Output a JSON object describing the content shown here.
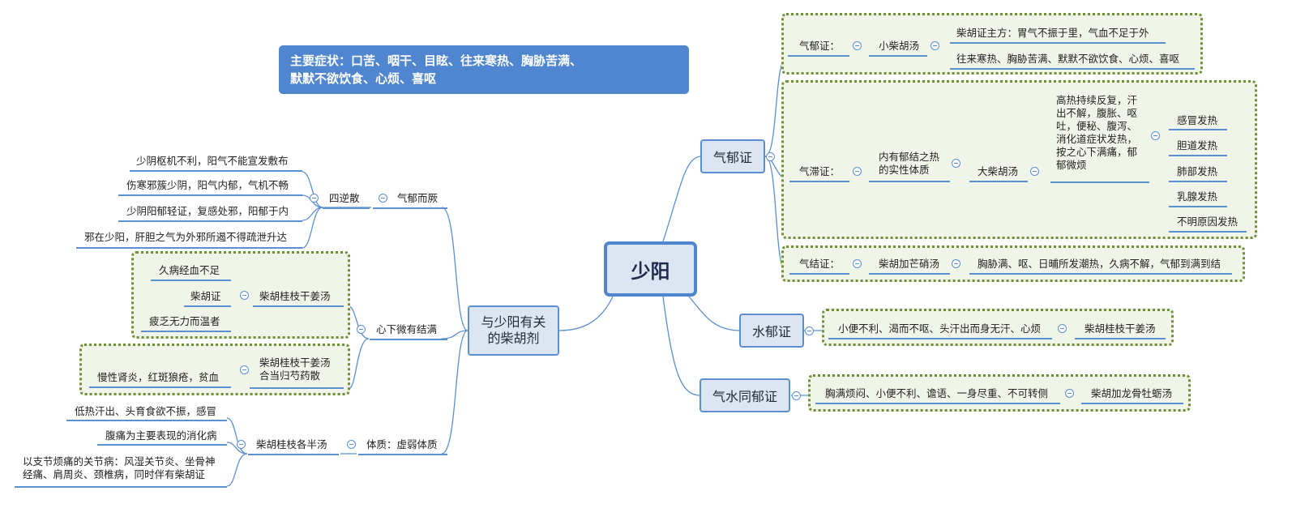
{
  "root": "少阳",
  "summary": {
    "line1": "主要症状：口苦、咽干、目眩、往来寒热、胸胁苦满、",
    "line2": "默默不欲饮食、心烦、喜呕"
  },
  "right": {
    "qiyu": {
      "label": "气郁证",
      "qiyu_row": {
        "sub": "气郁证：",
        "formula": "小柴胡汤",
        "leaves": [
          "柴胡证主方：胃气不振于里，气血不足于外",
          "往来寒热、胸胁苦满、默默不欲饮食、心烦、喜呕"
        ]
      },
      "qizhi_row": {
        "sub": "气滞证：",
        "nature": [
          "内有郁结之热",
          "的实性体质"
        ],
        "formula": "大柴胡汤",
        "desc": [
          "高热持续反复，汗",
          "出不解，腹胀、呕",
          "吐，便秘、腹泻、",
          "消化道症状发热，",
          "按之心下满痛，郁",
          "郁微烦"
        ],
        "fevers": [
          "感冒发热",
          "胆道发热",
          "肺部发热",
          "乳腺发热",
          "不明原因发热"
        ]
      },
      "qijie_row": {
        "sub": "气结证：",
        "formula": "柴胡加芒硝汤",
        "leaf": "胸胁满、呕、日晡所发潮热，久病不解，气郁到满到结"
      }
    },
    "shuiyu": {
      "label": "水郁证",
      "symptom": "小便不利、渴而不呕、头汗出而身无汗、心烦",
      "formula": "柴胡桂枝干姜汤"
    },
    "qishui": {
      "label": "气水同郁证",
      "symptom": "胸满烦闷、小便不利、谵语、一身尽重、不可转侧",
      "formula": "柴胡加龙骨牡蛎汤"
    }
  },
  "left": {
    "label": [
      "与少阳有关",
      "的柴胡剂"
    ],
    "qiyu_jue": {
      "label": "气郁而厥",
      "formula": "四逆散",
      "leaves": [
        "少阴枢机不利，阳气不能宣发敷布",
        "伤寒邪簇少阴，阳气内郁，气机不畅",
        "少阴阳郁轻证，复感处邪，阳郁于内",
        "邪在少阳，肝胆之气为外邪所遏不得疏泄升达"
      ]
    },
    "xinxia": {
      "label": "心下微有结满",
      "formula1": "柴胡桂枝干姜汤",
      "leaves1": [
        "久病经血不足",
        "柴胡证",
        "疲乏无力而温者"
      ],
      "formula2": [
        "柴胡桂枝干姜汤",
        "合当归芍药散"
      ],
      "leaf2": "慢性肾炎，红斑狼疮，贫血"
    },
    "tizhi": {
      "label": "体质：虚弱体质",
      "formula": "柴胡桂枝各半汤",
      "leaves": [
        "低热汗出、头育食欲不振，感冒",
        "腹痛为主要表现的消化病",
        "以支节烦痛的关节病：风湿关节炎、坐骨神",
        "经痛、肩周炎、颈椎病，同时伴有柴胡证"
      ]
    }
  }
}
